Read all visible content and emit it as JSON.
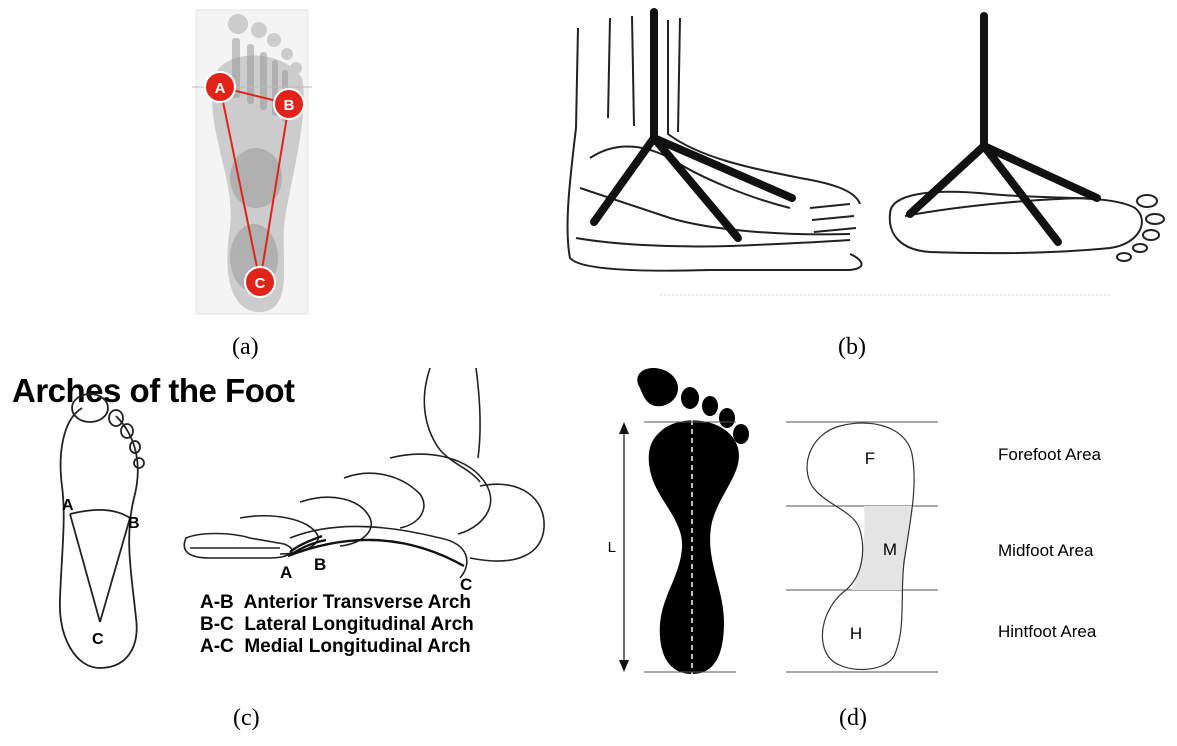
{
  "captions": {
    "a": "(a)",
    "b": "(b)",
    "c": "(c)",
    "d": "(d)"
  },
  "panel_a": {
    "points": [
      "A",
      "B",
      "C"
    ]
  },
  "panel_c": {
    "title": "Arches of the Foot",
    "points": [
      "A",
      "B",
      "C"
    ],
    "legend": [
      "A-B  Anterior Transverse Arch",
      "B-C  Lateral Longitudinal Arch",
      "A-C  Medial Longitudinal Arch"
    ]
  },
  "panel_d": {
    "length_label": "L",
    "zones": [
      "F",
      "M",
      "H"
    ],
    "areas": [
      "Forefoot Area",
      "Midfoot Area",
      "Hintfoot Area"
    ]
  },
  "colors": {
    "marker_red": "#e2231a",
    "ink": "#111111",
    "midfoot_fill": "#e4e4e4"
  }
}
